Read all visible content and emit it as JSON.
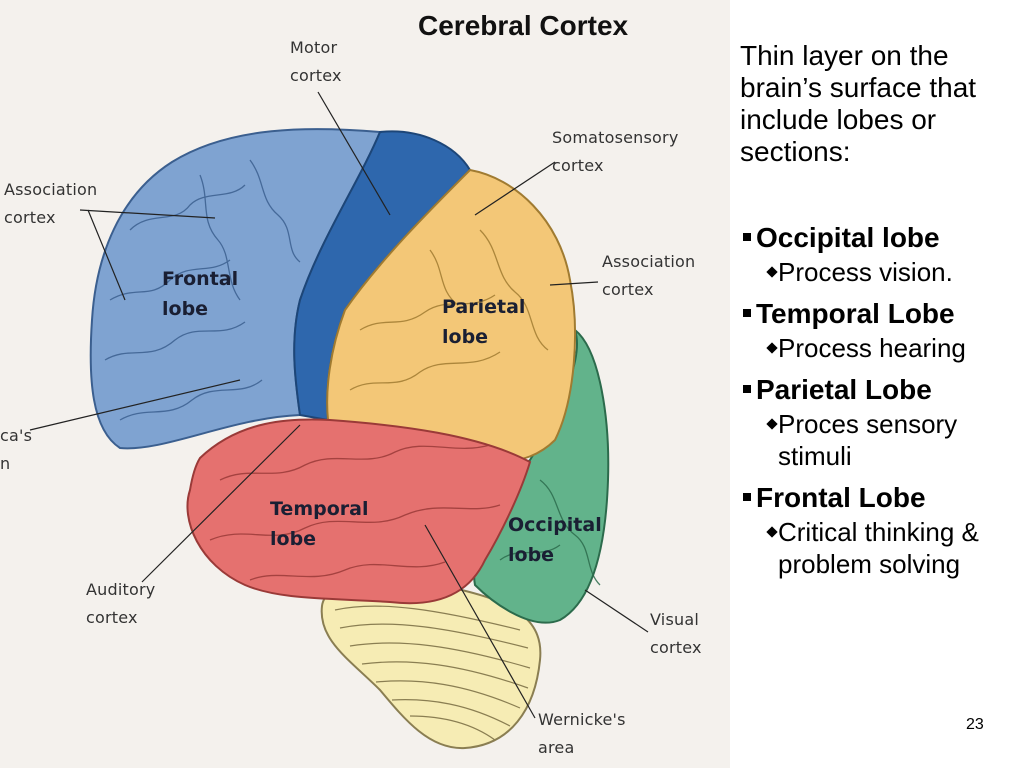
{
  "diagram": {
    "title": "Cerebral Cortex",
    "labels": {
      "motor": "Motor\ncortex",
      "somato": "Somatosensory\ncortex",
      "assoc_left": "Association\ncortex",
      "assoc_right": "Association\ncortex",
      "broca": "ca's\nn",
      "auditory": "Auditory\ncortex",
      "visual": "Visual\ncortex",
      "wernicke": "Wernicke's\narea"
    },
    "lobes": {
      "frontal": "Frontal\nlobe",
      "parietal": "Parietal\nlobe",
      "temporal": "Temporal\nlobe",
      "occipital": "Occipital\nlobe"
    },
    "colors": {
      "background": "#f4f1ed",
      "frontal": "#7fa3d1",
      "motor": "#2e67ad",
      "parietal": "#f3c777",
      "temporal": "#e5716f",
      "occipital": "#62b38b",
      "cerebellum": "#f6ecb4"
    }
  },
  "text": {
    "intro": "Thin layer  on the brain’s  surface that include lobes or sections:",
    "items": [
      {
        "name": "Occipital lobe",
        "desc": "Process vision."
      },
      {
        "name": "Temporal Lobe",
        "desc": "Process hearing"
      },
      {
        "name": "Parietal Lobe",
        "desc": "Proces sensory stimuli"
      },
      {
        "name": "Frontal Lobe",
        "desc": "Critical thinking & problem solving"
      }
    ],
    "page_number": "23"
  }
}
